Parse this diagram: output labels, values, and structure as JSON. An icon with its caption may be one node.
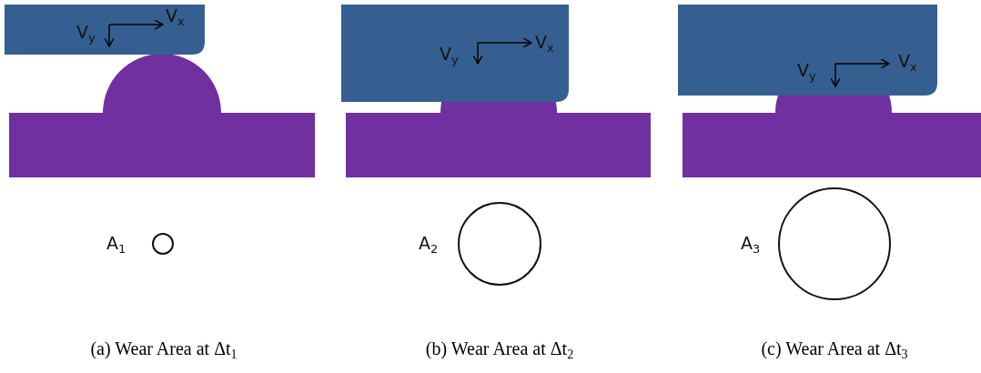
{
  "diagram": {
    "nodes": [
      {
        "text": [],
        "shape": "circle",
        "beside": [
          "A$_{1}$"
        ]
      },
      {
        "text": [],
        "shape": "circle",
        "beside": [
          "A$_{2}$"
        ]
      },
      {
        "text": [],
        "shape": "circle",
        "beside": [
          "A$_{3}$"
        ]
      }
    ],
    "labels": [
      "V$_{y}$",
      "V$_{x}$",
      "V$_{y}$",
      "V$_{x}$",
      "V$_{y}$",
      "V$_{x}$",
      "(a) Wear Area at Δt$_{1}$",
      "(b) Wear Area at Δt$_{2}$",
      "(c) Wear Area at Δt$_{3}$"
    ]
  }
}
